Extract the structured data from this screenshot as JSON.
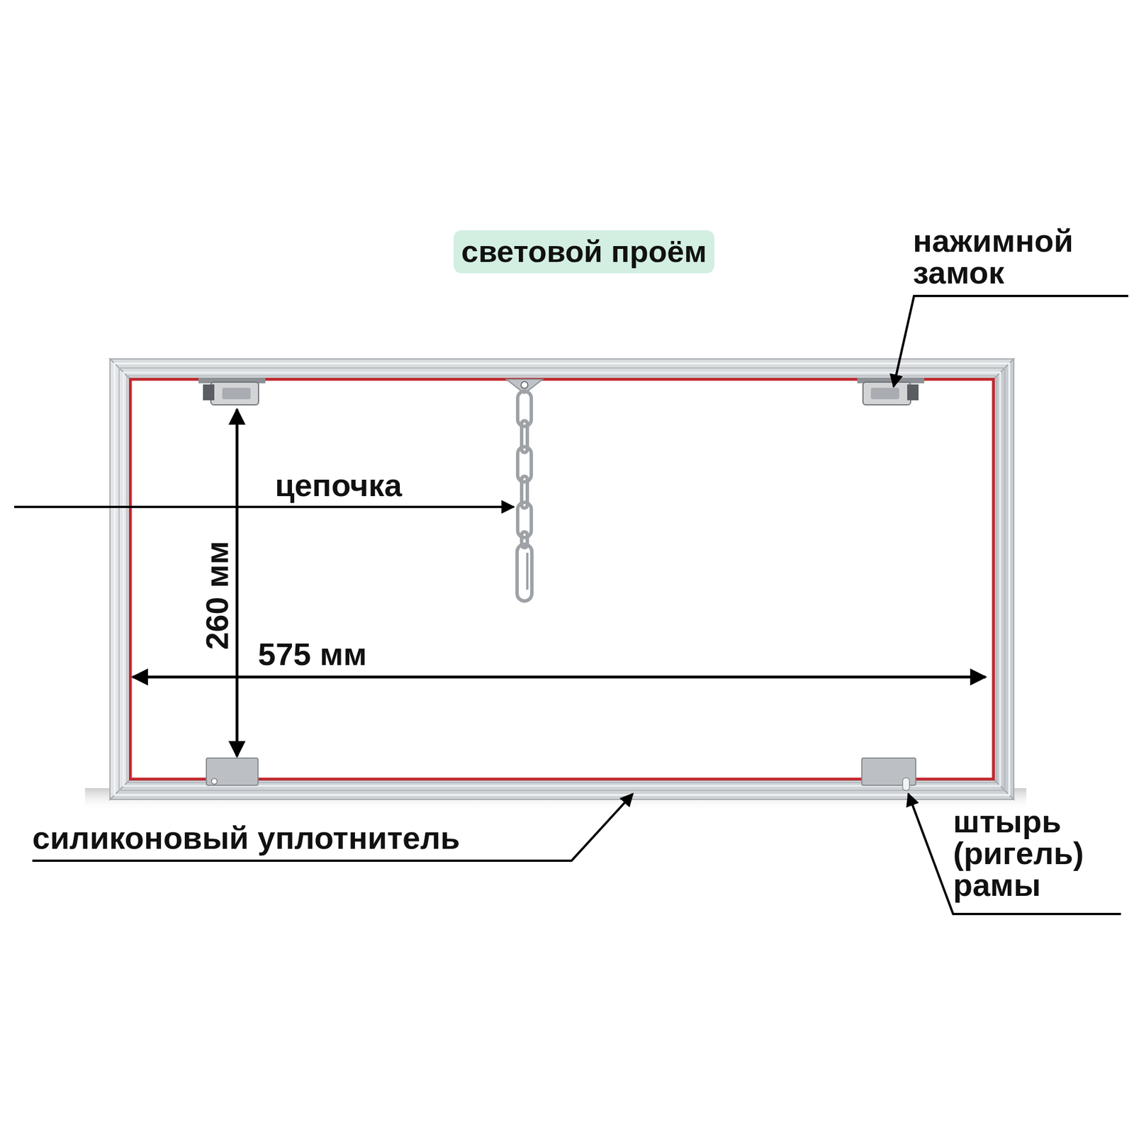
{
  "diagram": {
    "nodes": [
      {
        "text": [
          "световой проём"
        ]
      }
    ],
    "labels": [
      "нажимной замок",
      "цепочка",
      "260 мм",
      "575 мм",
      "силиконовый уплотнитель",
      "штырь (ригель) рамы"
    ]
  }
}
